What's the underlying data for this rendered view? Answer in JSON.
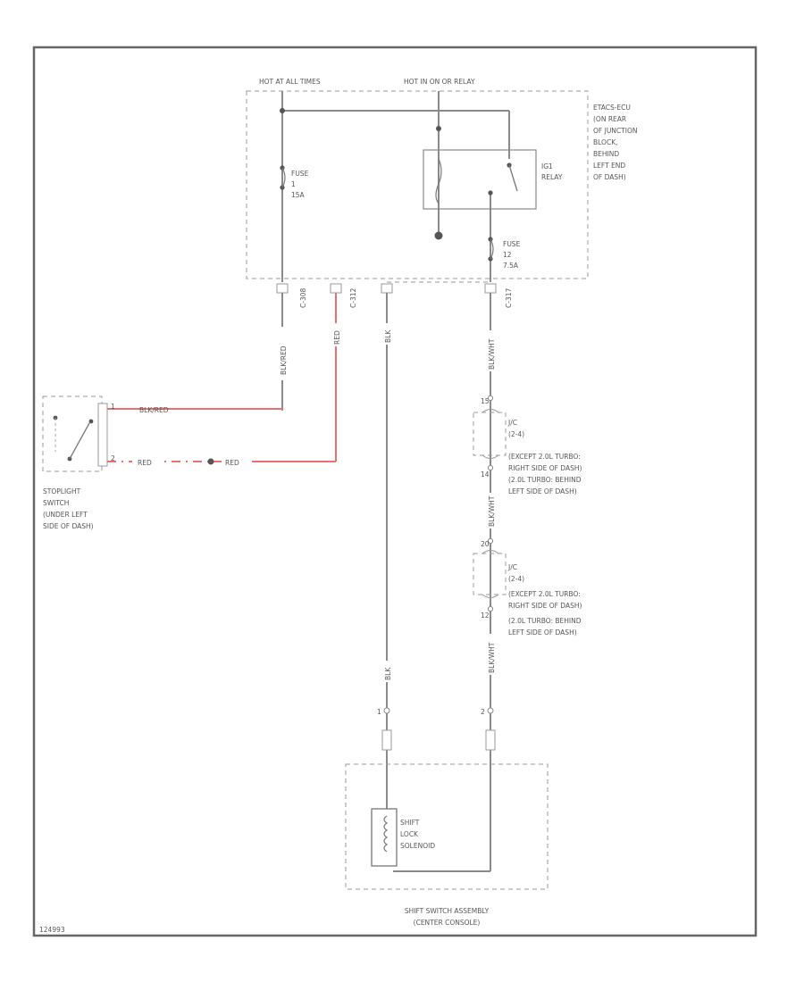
{
  "labels": {
    "hot_at_all_times": "HOT AT ALL TIMES",
    "hot_in_on_relay": "HOT IN ON OR RELAY",
    "etacs_lines": [
      "ETACS-ECU",
      "(ON REAR",
      "OF JUNCTION",
      "BLOCK,",
      "BEHIND",
      "LEFT END",
      "OF DASH)"
    ],
    "fuse_left": [
      "FUSE",
      "1",
      "15A"
    ],
    "fuse_right": [
      "FUSE",
      "12",
      "7.5A"
    ],
    "relay": [
      "IG1",
      "RELAY"
    ],
    "stoplight_switch": [
      "STOPLIGHT",
      "SWITCH",
      "(UNDER LEFT",
      "SIDE OF DASH)"
    ],
    "jc1": [
      "J/C",
      "(2-4)",
      "(EXCEPT 2.0L TURBO:",
      "RIGHT SIDE OF DASH)",
      "(2.0L TURBO: BEHIND",
      "LEFT SIDE OF DASH)"
    ],
    "jc2": [
      "J/C",
      "(2-4)",
      "(EXCEPT 2.0L TURBO:",
      "RIGHT SIDE OF DASH)",
      "(2.0L TURBO: BEHIND",
      "LEFT SIDE OF DASH)"
    ],
    "solenoid": [
      "SHIFT",
      "LOCK",
      "SOLENOID"
    ],
    "shift_assembly": [
      "SHIFT SWITCH ASSEMBLY",
      "(CENTER CONSOLE)"
    ],
    "corner_code": "124993"
  },
  "wires": {
    "wire_a_top": "BLK/RED",
    "wire_a_horizontal": "BLK/RED",
    "wire_b_top": "RED",
    "wire_b_left": "RED",
    "wire_b_right": "RED",
    "wire_c_top": "BLK",
    "wire_c_bottom": "BLK",
    "wire_d_top": "BLK/WHT",
    "wire_d_mid": "BLK/WHT",
    "wire_d_bottom": "BLK/WHT"
  },
  "connector_ids": {
    "c_a": "C-308",
    "c_b": "C-312",
    "c_d": "C-317"
  },
  "pins": {
    "ps_a": "1",
    "ps_b": "2",
    "jc1_top": "15",
    "jc1_bottom": "14",
    "jc2_top": "20",
    "jc2_bottom": "12",
    "sol_left": "1",
    "sol_right": "2"
  },
  "colors": {
    "wire_gray": "#8a8a8a",
    "wire_red": "#e87070",
    "frame": "#666666",
    "dashed_box": "#9a9a9a"
  }
}
